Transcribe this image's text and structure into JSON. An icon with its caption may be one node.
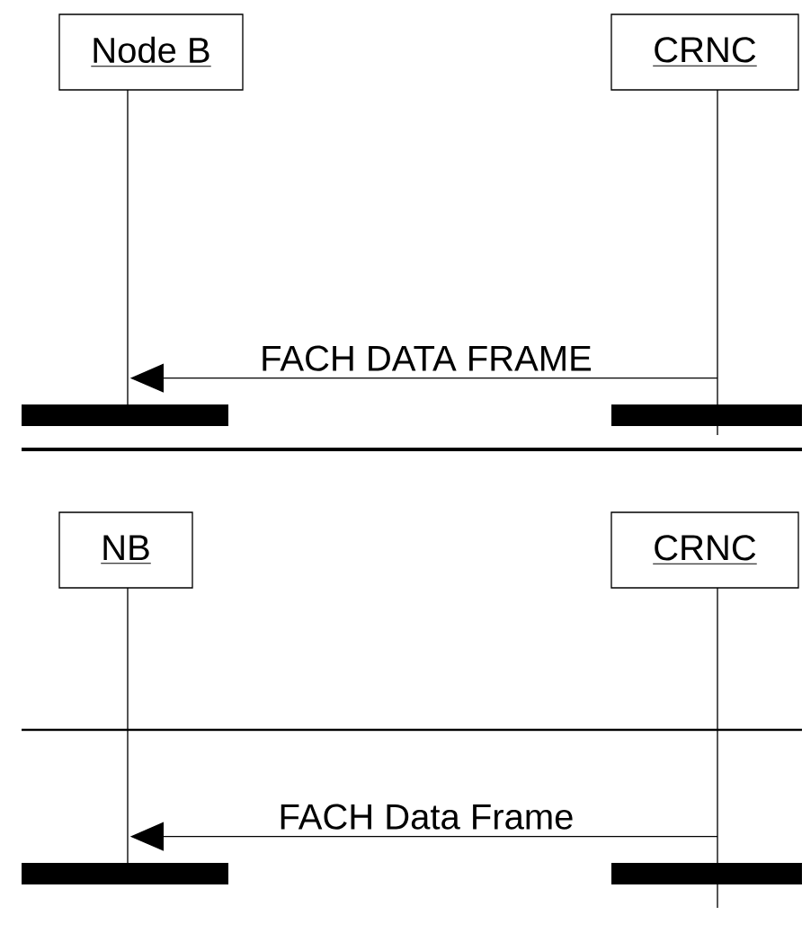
{
  "diagram": {
    "nodes": [
      {
        "text": [
          "Node B"
        ]
      },
      {
        "text": [
          "CRNC"
        ]
      },
      {
        "text": [
          "NB"
        ]
      },
      {
        "text": [
          "CRNC"
        ]
      }
    ],
    "edges": [
      {
        "from": 1,
        "to": 0,
        "arrow": "to",
        "label": "FACH DATA FRAME"
      },
      {
        "from": 3,
        "to": 2,
        "arrow": "to",
        "label": "FACH Data Frame"
      }
    ]
  }
}
